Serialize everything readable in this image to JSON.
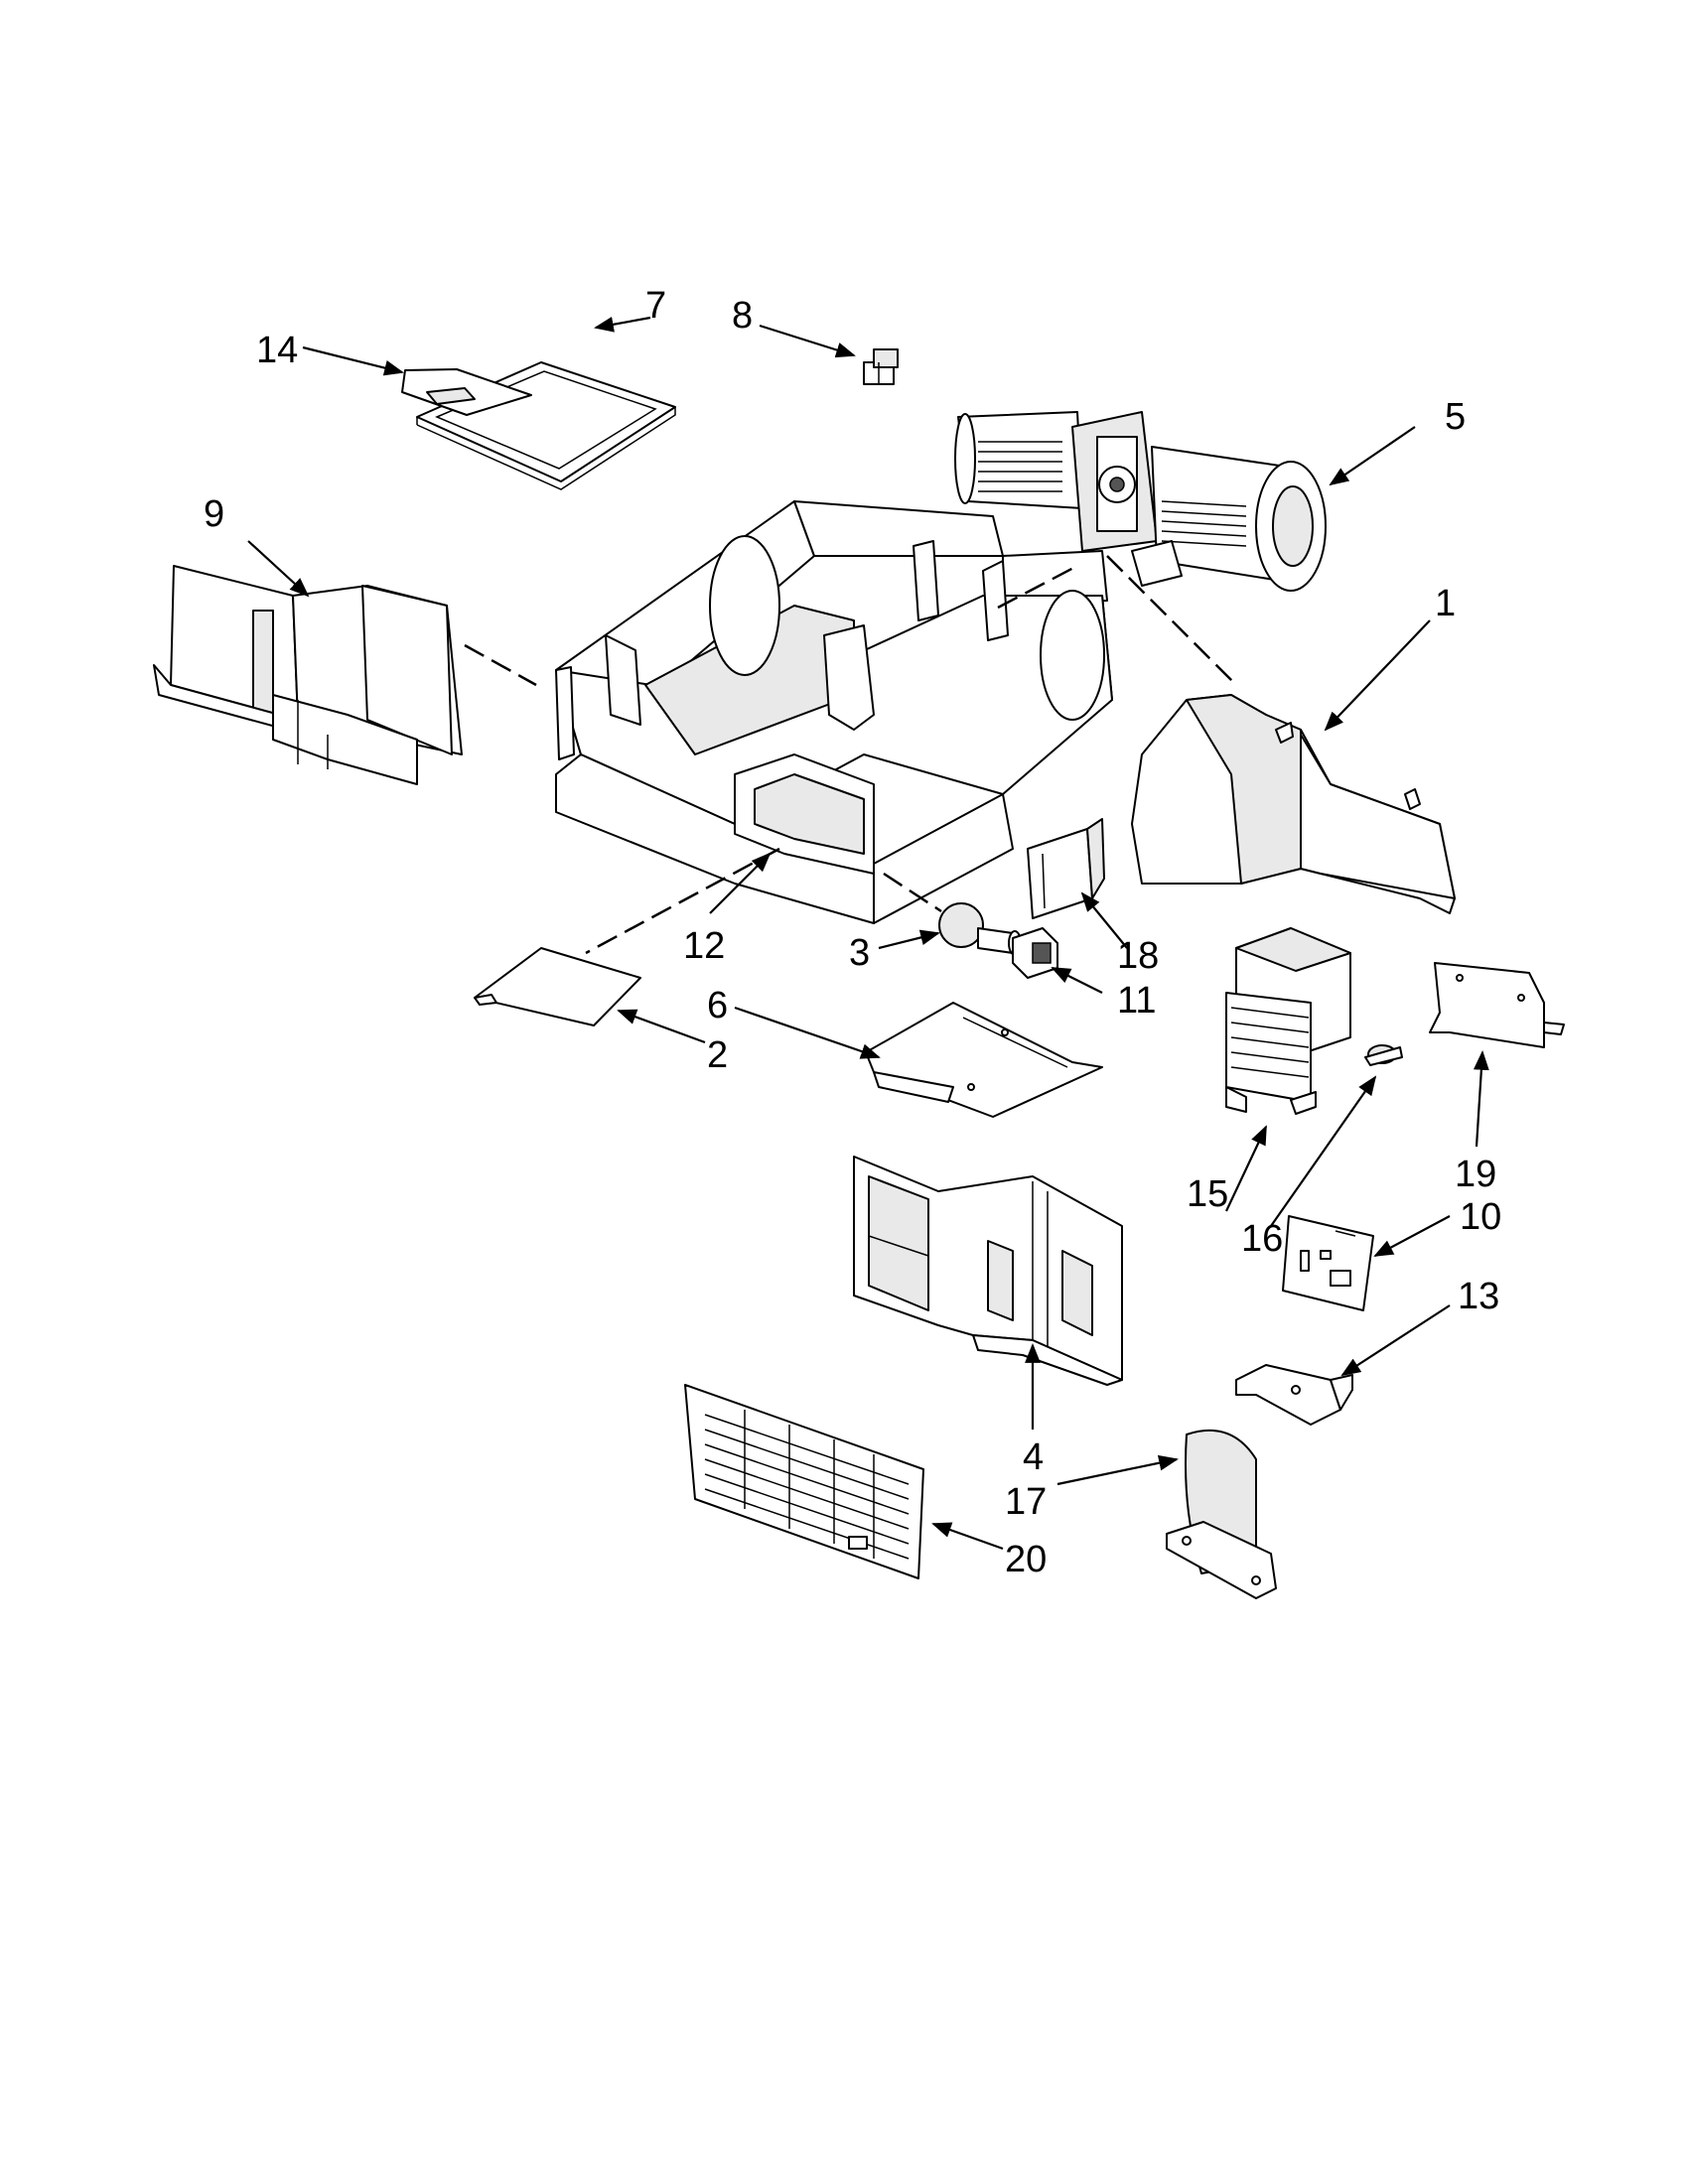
{
  "callouts": [
    {
      "id": "1",
      "text": "1"
    },
    {
      "id": "2",
      "text": "2"
    },
    {
      "id": "3",
      "text": "3"
    },
    {
      "id": "4",
      "text": "4"
    },
    {
      "id": "5",
      "text": "5"
    },
    {
      "id": "6",
      "text": "6"
    },
    {
      "id": "7",
      "text": "7"
    },
    {
      "id": "8",
      "text": "8"
    },
    {
      "id": "9",
      "text": "9"
    },
    {
      "id": "10",
      "text": "10"
    },
    {
      "id": "11",
      "text": "11"
    },
    {
      "id": "12",
      "text": "12"
    },
    {
      "id": "13",
      "text": "13"
    },
    {
      "id": "14",
      "text": "14"
    },
    {
      "id": "15",
      "text": "15"
    },
    {
      "id": "16",
      "text": "16"
    },
    {
      "id": "17",
      "text": "17"
    },
    {
      "id": "18",
      "text": "18"
    },
    {
      "id": "19",
      "text": "19"
    },
    {
      "id": "20",
      "text": "20"
    }
  ],
  "colors": {
    "line": "#000000",
    "background": "#ffffff",
    "shade": "#e9e9e9"
  }
}
